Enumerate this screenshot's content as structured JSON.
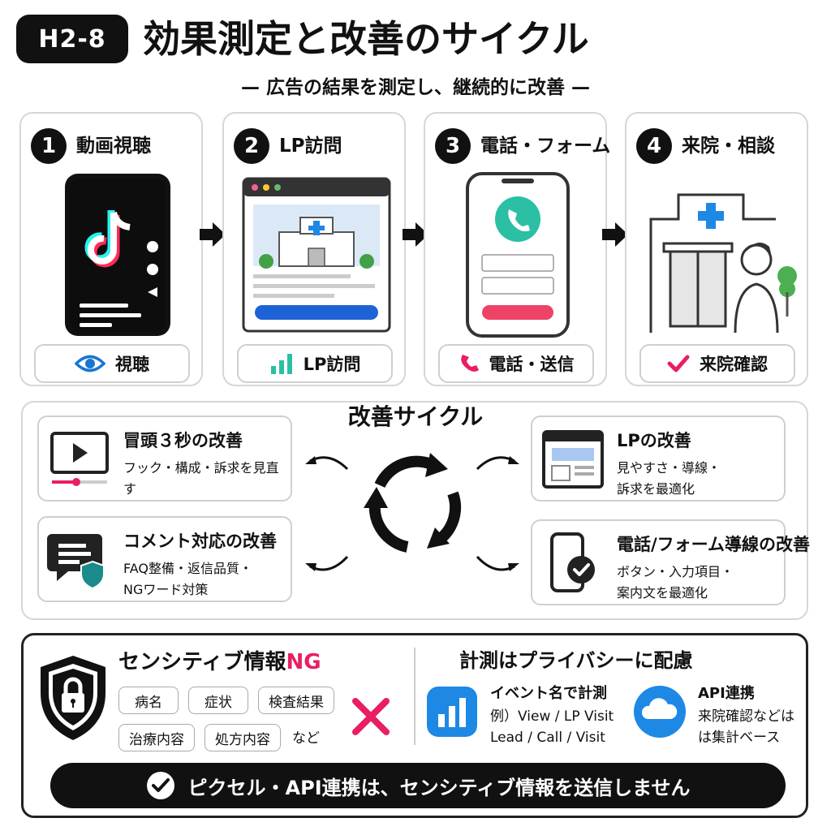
{
  "header": {
    "badge": "H2-8",
    "title": "効果測定と改善のサイクル",
    "subtitle": "— 広告の結果を測定し、継続的に改善 —"
  },
  "steps": [
    {
      "number": "1",
      "title": "動画視聴",
      "pill": "視聴",
      "pill_icon": "eye-icon"
    },
    {
      "number": "2",
      "title": "LP訪問",
      "pill": "LP訪問",
      "pill_icon": "bar-chart-icon"
    },
    {
      "number": "3",
      "title": "電話・フォーム",
      "pill": "電話・送信",
      "pill_icon": "phone-icon"
    },
    {
      "number": "4",
      "title": "来院・相談",
      "pill": "来院確認",
      "pill_icon": "check-icon"
    }
  ],
  "cycle": {
    "title": "改善サイクル",
    "items": [
      {
        "title": "冒頭３秒の改善",
        "desc": "フック・構成・訴求を見直す",
        "icon": "video-player-icon"
      },
      {
        "title": "LPの改善",
        "desc": "見やすさ・導線・\n訴求を最適化",
        "icon": "browser-window-icon"
      },
      {
        "title": "コメント対応の改善",
        "desc": "FAQ整備・返信品質・\nNGワード対策",
        "icon": "comment-shield-icon"
      },
      {
        "title": "電話/フォーム導線の改善",
        "desc": "ボタン・入力項目・\n案内文を最適化",
        "icon": "smartphone-check-icon"
      }
    ]
  },
  "sensitive": {
    "title_main": "センシティブ情報",
    "title_ng": "NG",
    "tags": [
      "病名",
      "症状",
      "検査結果",
      "治療内容",
      "処方内容"
    ],
    "etc": "など"
  },
  "privacy": {
    "title": "計測はプライバシーに配慮",
    "event_title": "イベント名で計測",
    "event_desc": "例）View / LP Visit\nLead / Call / Visit",
    "api_title": "API連携",
    "api_desc": "来院確認などは\nは集計ベース"
  },
  "banner": "ピクセル・API連携は、センシティブ情報を送信しません",
  "colors": {
    "accent_pink": "#e91e63",
    "accent_blue": "#1976d2",
    "accent_teal": "#2bbfa4",
    "dark": "#111111"
  }
}
